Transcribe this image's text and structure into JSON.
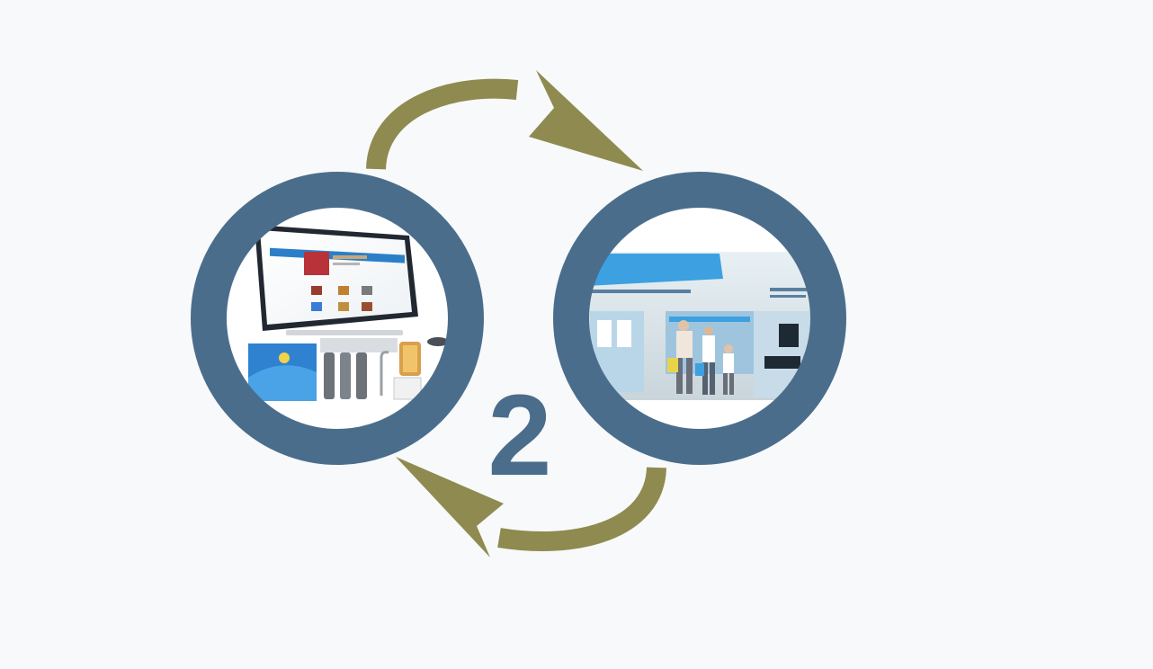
{
  "diagram": {
    "left_letter": "O",
    "subscript": "2",
    "right_letter": "O",
    "left_panel": "online-shopping-computer-and-water-purifier-products",
    "right_panel": "offline-physical-store-with-shoppers",
    "colors": {
      "ring": "#4b6d8c",
      "arrow": "#8f8a4f",
      "background": "#f7f9fa",
      "numeral": "#4b6d8c",
      "screen_accent": "#2b7fc8",
      "store_accent": "#3da0e0"
    }
  }
}
